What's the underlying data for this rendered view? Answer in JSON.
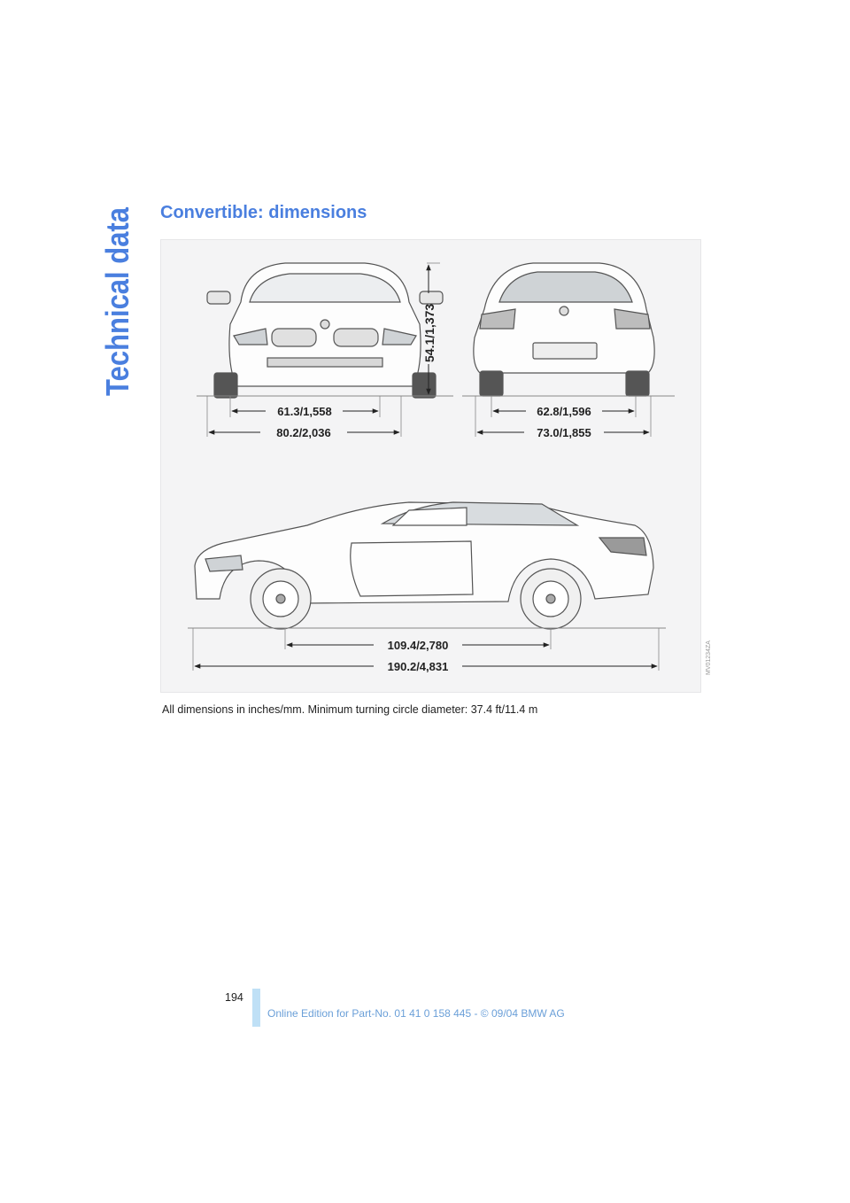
{
  "sidebar": {
    "section_title": "Technical data"
  },
  "heading": "Convertible: dimensions",
  "figure": {
    "front_view": {
      "track_width": "61.3/1,558",
      "overall_width": "80.2/2,036",
      "height": "54.1/1,373"
    },
    "rear_view": {
      "track_width": "62.8/1,596",
      "overall_width": "73.0/1,855"
    },
    "side_view": {
      "wheelbase": "109.4/2,780",
      "overall_length": "190.2/4,831"
    },
    "image_code": "MV01234ZA"
  },
  "caption": "All dimensions in inches/mm. Minimum turning circle diameter: 37.4 ft/11.4 m",
  "footer": {
    "page_number": "194",
    "edition_text": "Online Edition for Part-No. 01 41 0 158 445 - © 09/04 BMW AG"
  },
  "colors": {
    "heading": "#4a7fdf",
    "sidebar": "#4a7fdf",
    "footer_text": "#6a9fd8",
    "footer_bar": "#bfe0f6"
  }
}
